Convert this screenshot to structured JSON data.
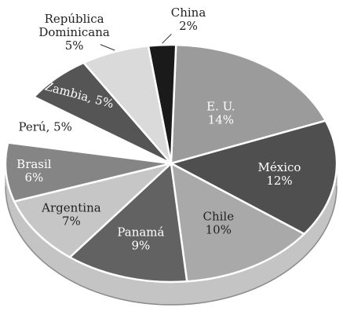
{
  "chart_data": {
    "type": "pie",
    "style": "3d",
    "grid": false,
    "legend": "none",
    "title": "",
    "slices": [
      {
        "label": "E. U.",
        "lines": [
          "E. U.",
          "14%"
        ],
        "value": 14,
        "color": "#9b9b9b",
        "text_color": "#ffffff"
      },
      {
        "label": "México",
        "lines": [
          "México",
          "12%"
        ],
        "value": 12,
        "color": "#4f4f4f",
        "text_color": "#ffffff"
      },
      {
        "label": "Chile",
        "lines": [
          "Chile",
          "10%"
        ],
        "value": 10,
        "color": "#a9a9a9",
        "text_color": "#222222"
      },
      {
        "label": "Panamá",
        "lines": [
          "Panamá",
          "9%"
        ],
        "value": 9,
        "color": "#626262",
        "text_color": "#ffffff"
      },
      {
        "label": "Argentina",
        "lines": [
          "Argentina",
          "7%"
        ],
        "value": 7,
        "color": "#c6c6c6",
        "text_color": "#222222"
      },
      {
        "label": "Brasil",
        "lines": [
          "Brasil",
          "6%"
        ],
        "value": 6,
        "color": "#858585",
        "text_color": "#ffffff"
      },
      {
        "label": "Perú",
        "lines": [
          "Perú, 5%"
        ],
        "value": 5,
        "color": "#ffffff",
        "text_color": "#222222"
      },
      {
        "label": "Zambia",
        "lines": [
          "Zambia, 5%"
        ],
        "value": 5,
        "color": "#555555",
        "text_color": "#ffffff"
      },
      {
        "label": "República Dominicana",
        "lines": [
          "República",
          "Dominicana",
          "5%"
        ],
        "value": 5,
        "color": "#dadada",
        "text_color": "#222222"
      },
      {
        "label": "China",
        "lines": [
          "China",
          "2%"
        ],
        "value": 2,
        "color": "#1a1a1a",
        "text_color": "#222222"
      }
    ]
  }
}
